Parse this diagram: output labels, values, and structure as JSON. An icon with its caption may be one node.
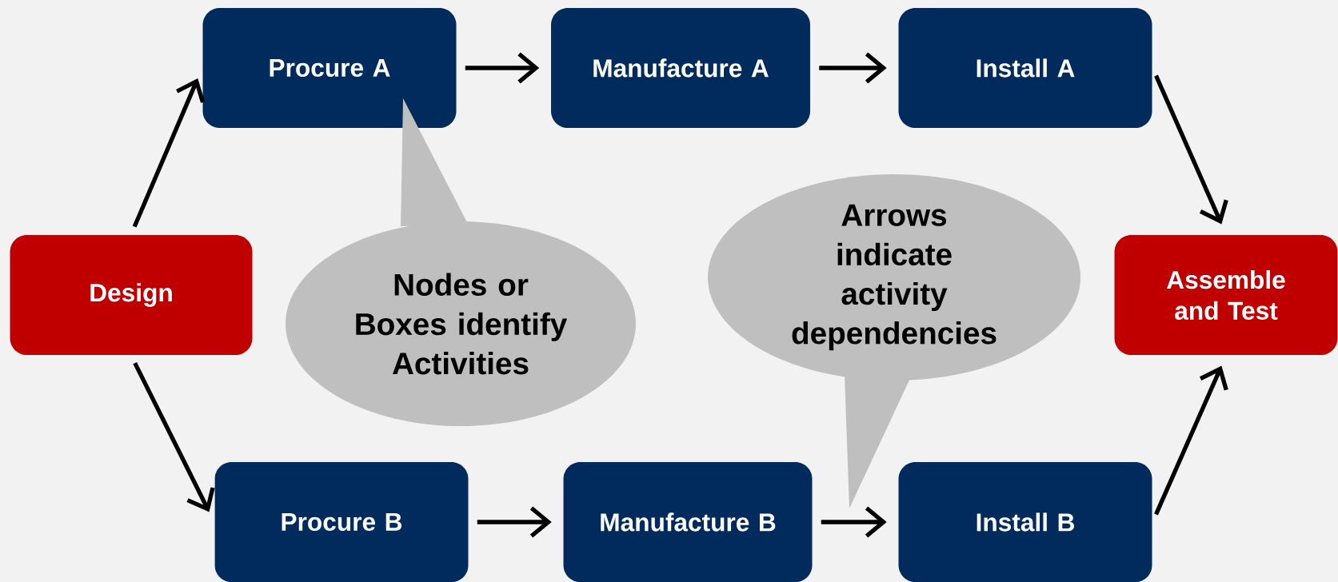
{
  "diagram": {
    "nodes": [
      {
        "text": [
          "Design"
        ]
      },
      {
        "text": [
          "Procure A"
        ]
      },
      {
        "text": [
          "Manufacture A"
        ]
      },
      {
        "text": [
          "Install A"
        ]
      },
      {
        "text": [
          "Assemble and Test"
        ]
      },
      {
        "text": [
          "Procure B"
        ]
      },
      {
        "text": [
          "Manufacture B"
        ]
      },
      {
        "text": [
          "Install B"
        ]
      },
      {
        "text": [
          "Nodes or Boxes identify Activities"
        ]
      },
      {
        "text": [
          "Arrows indicate activity dependencies"
        ]
      }
    ],
    "edges": [
      {
        "from": 0,
        "to": 1,
        "arrow": "to"
      },
      {
        "from": 0,
        "to": 5,
        "arrow": "to"
      },
      {
        "from": 1,
        "to": 2,
        "arrow": "to"
      },
      {
        "from": 2,
        "to": 3,
        "arrow": "to"
      },
      {
        "from": 3,
        "to": 4,
        "arrow": "to"
      },
      {
        "from": 5,
        "to": 6,
        "arrow": "to"
      },
      {
        "from": 6,
        "to": 7,
        "arrow": "to"
      },
      {
        "from": 7,
        "to": 4,
        "arrow": "to"
      }
    ]
  }
}
